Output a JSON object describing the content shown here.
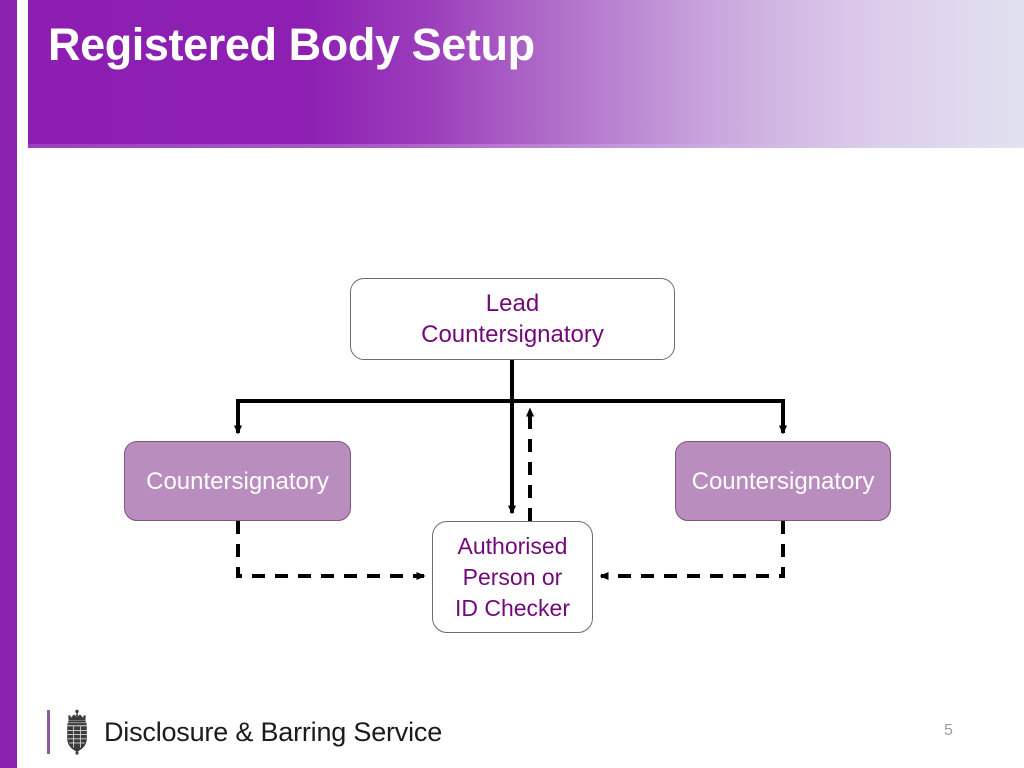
{
  "slide": {
    "title": "Registered Body Setup",
    "page_number": "5",
    "background_color": "#ffffff",
    "accent_color": "#8c23b0"
  },
  "header": {
    "title": "Registered Body Setup",
    "gradient_from": "#8c1fb2",
    "gradient_to": "#dfe1ef",
    "title_color": "#ffffff"
  },
  "diagram": {
    "type": "org-chart",
    "nodes": [
      {
        "id": "lead-countersignatory",
        "label_line1": "Lead",
        "label_line2": "Countersignatory",
        "fill": "#ffffff",
        "text_color": "#72097a",
        "border_color": "#6d6d6d"
      },
      {
        "id": "countersignatory-left",
        "label": "Countersignatory",
        "fill": "#b98dbd",
        "text_color": "#ffffff",
        "border_color": "#7d567f"
      },
      {
        "id": "countersignatory-right",
        "label": "Countersignatory",
        "fill": "#b98dbd",
        "text_color": "#ffffff",
        "border_color": "#7d567f"
      },
      {
        "id": "authorised-person",
        "label_line1": "Authorised",
        "label_line2": "Person or",
        "label_line3": "ID Checker",
        "fill": "#ffffff",
        "text_color": "#72097a",
        "border_color": "#6d6d6d"
      }
    ],
    "connectors": [
      {
        "from": "lead-countersignatory",
        "to": "countersignatory-left",
        "style": "solid",
        "arrow": "end"
      },
      {
        "from": "lead-countersignatory",
        "to": "countersignatory-right",
        "style": "solid",
        "arrow": "end"
      },
      {
        "from": "lead-countersignatory",
        "to": "authorised-person",
        "style": "solid",
        "arrow": "end"
      },
      {
        "from": "authorised-person",
        "to": "lead-countersignatory",
        "style": "dashed",
        "arrow": "end"
      },
      {
        "from": "countersignatory-left",
        "to": "authorised-person",
        "style": "dashed",
        "arrow": "end"
      },
      {
        "from": "countersignatory-right",
        "to": "authorised-person",
        "style": "dashed",
        "arrow": "end"
      }
    ],
    "line_color": "#000000"
  },
  "footer": {
    "organisation": "Disclosure & Barring Service",
    "crest_name": "royal-crest",
    "rule_color": "#8e5a9c",
    "text_color": "#1b1b1b"
  }
}
